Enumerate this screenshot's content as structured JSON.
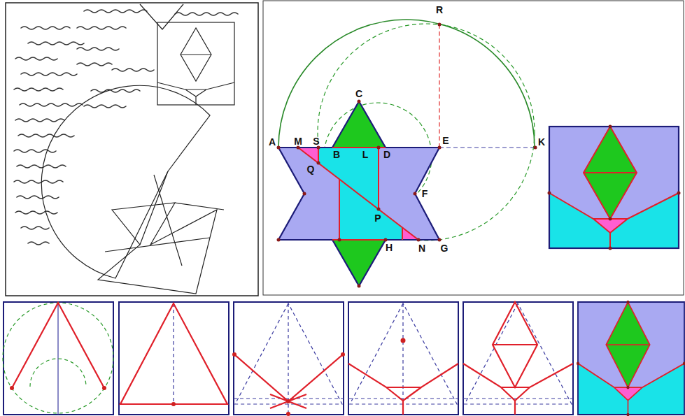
{
  "diagram": {
    "labels": [
      "R",
      "C",
      "A",
      "M",
      "S",
      "B",
      "L",
      "D",
      "E",
      "K",
      "Q",
      "F",
      "P",
      "H",
      "N",
      "G"
    ]
  }
}
